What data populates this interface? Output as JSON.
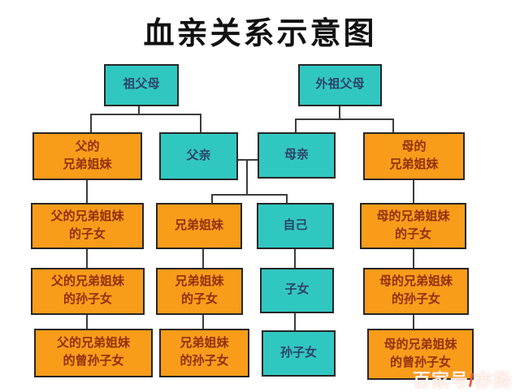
{
  "title": "血亲关系示意图",
  "colors": {
    "orange": "#F99C1A",
    "teal": "#31C7C1",
    "orange-text": "#93300E",
    "teal-text": "#2B4468",
    "line": "#3C3C3C",
    "border": "#262626",
    "title": "#111111"
  },
  "nodes": {
    "zufumu": {
      "label": "祖父母",
      "type": "teal"
    },
    "waizufumu": {
      "label": "外祖父母",
      "type": "teal"
    },
    "fu_xdjm": {
      "label": "父的\n兄弟姐妹",
      "type": "orange"
    },
    "fuqin": {
      "label": "父亲",
      "type": "teal"
    },
    "muqin": {
      "label": "母亲",
      "type": "teal"
    },
    "mu_xdjm": {
      "label": "母的\n兄弟姐妹",
      "type": "orange"
    },
    "fu_xdjm_zinv": {
      "label": "父的兄弟姐妹\n的子女",
      "type": "orange"
    },
    "xiongdijiemei": {
      "label": "兄弟姐妹",
      "type": "orange"
    },
    "ziji": {
      "label": "自己",
      "type": "teal"
    },
    "mu_xdjm_zinv": {
      "label": "母的兄弟姐妹\n的子女",
      "type": "orange"
    },
    "fu_xdjm_sunzinv": {
      "label": "父的兄弟姐妹\n的孙子女",
      "type": "orange"
    },
    "xdjm_zinv": {
      "label": "兄弟姐妹\n的子女",
      "type": "orange"
    },
    "zinv": {
      "label": "子女",
      "type": "teal"
    },
    "mu_xdjm_sunzinv": {
      "label": "母的兄弟姐妹\n的孙子女",
      "type": "orange"
    },
    "fu_xdjm_zengsunzinv": {
      "label": "父的兄弟姐妹\n的曾孙子女",
      "type": "orange"
    },
    "xdjm_sunzinv": {
      "label": "兄弟姐妹\n的孙子女",
      "type": "orange"
    },
    "sunzinv": {
      "label": "孙子女",
      "type": "teal"
    },
    "mu_xdjm_zengsunzinv": {
      "label": "母的兄弟姐妹\n的曾孙子女",
      "type": "orange"
    }
  },
  "watermark": {
    "prefix": "百家号",
    "slash": "/",
    "suffix": "亦扬"
  }
}
